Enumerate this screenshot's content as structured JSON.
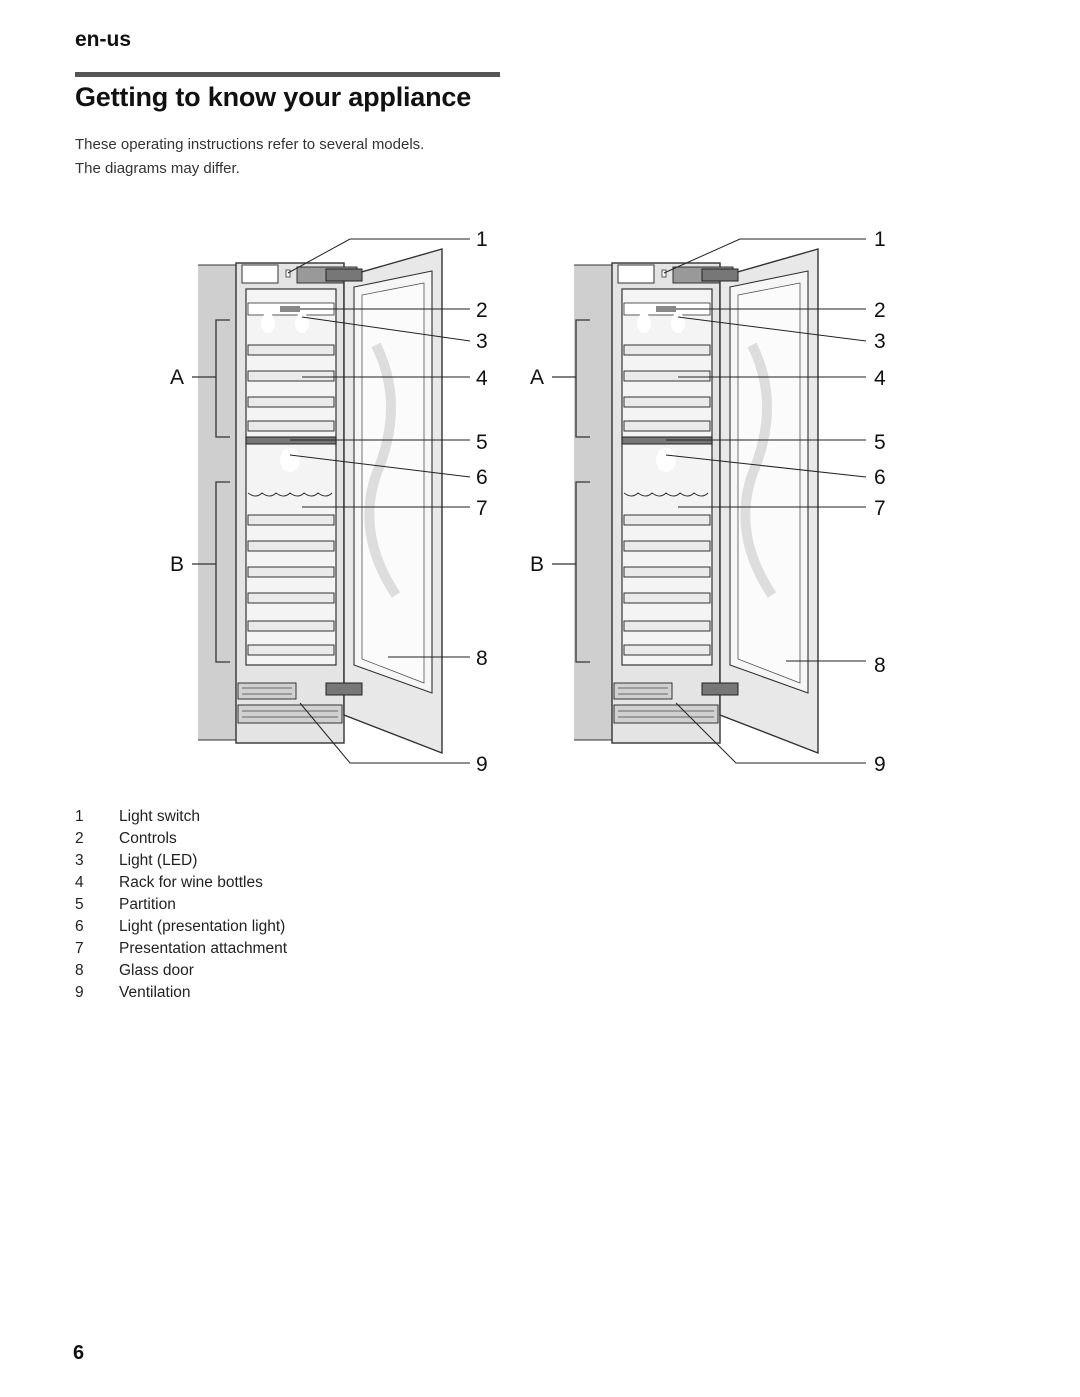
{
  "header": {
    "language": "en-us"
  },
  "title": "Getting to know your appliance",
  "intro": {
    "line1": "These operating instructions refer to several models.",
    "line2": "The diagrams may differ."
  },
  "figure": {
    "callouts": [
      "1",
      "2",
      "3",
      "4",
      "5",
      "6",
      "7",
      "8",
      "9"
    ],
    "zones": [
      "A",
      "B"
    ],
    "colors": {
      "cabinet": "#dcdcdc",
      "interior": "#f2f2f2",
      "line": "#333333",
      "door": "#e8e8e8"
    }
  },
  "legend": [
    {
      "num": "1",
      "label": "Light switch"
    },
    {
      "num": "2",
      "label": "Controls"
    },
    {
      "num": "3",
      "label": "Light (LED)"
    },
    {
      "num": "4",
      "label": "Rack for wine bottles"
    },
    {
      "num": "5",
      "label": "Partition"
    },
    {
      "num": "6",
      "label": "Light (presentation light)"
    },
    {
      "num": "7",
      "label": "Presentation attachment"
    },
    {
      "num": "8",
      "label": "Glass door"
    },
    {
      "num": "9",
      "label": "Ventilation"
    }
  ],
  "footer": {
    "page_number": "6"
  }
}
